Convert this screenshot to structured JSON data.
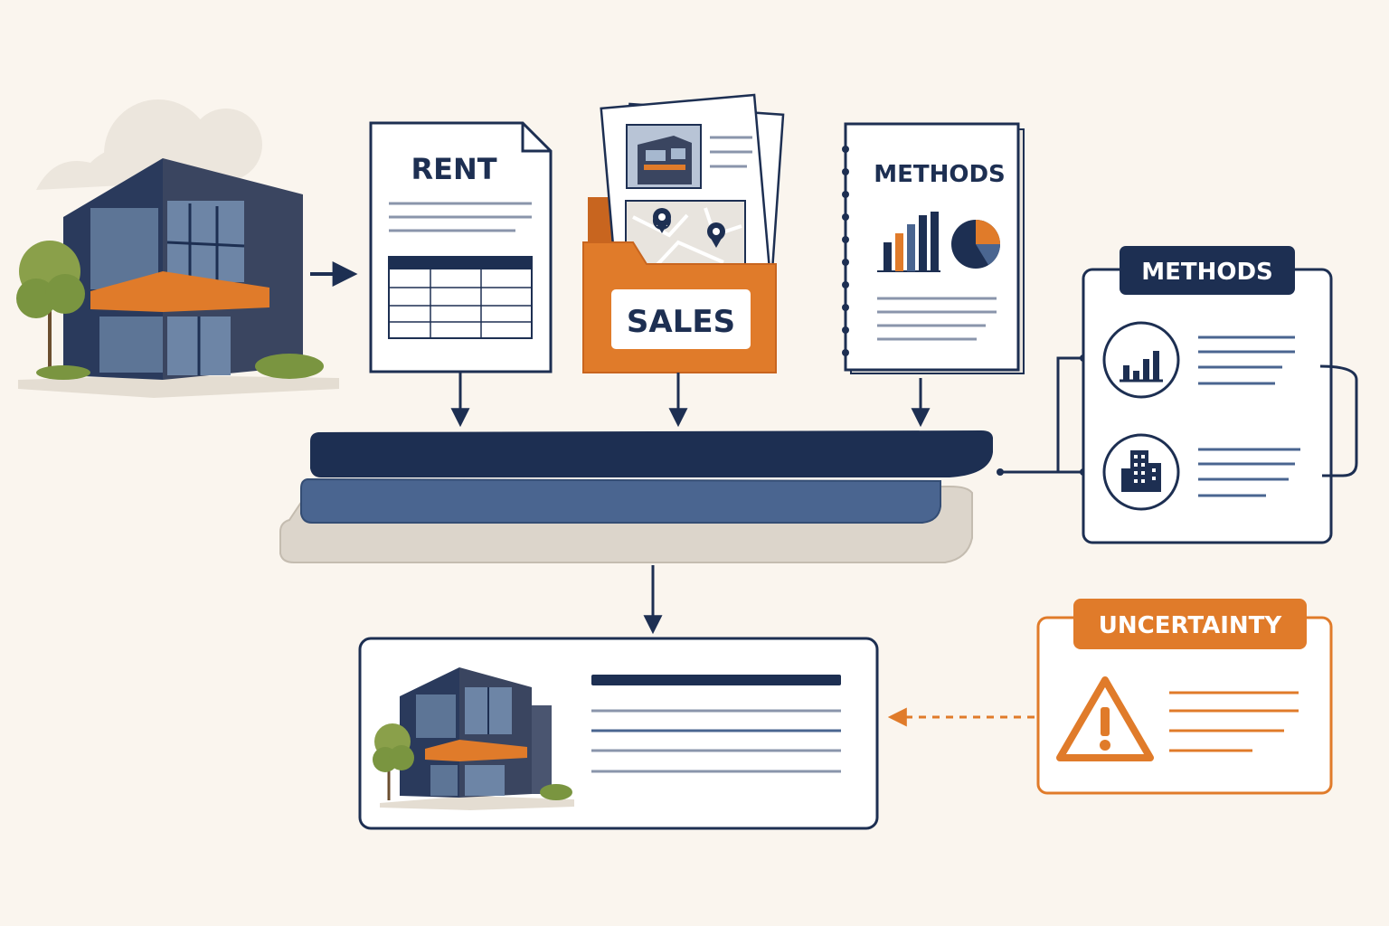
{
  "colors": {
    "background": "#faf5ee",
    "navy": "#1d2f52",
    "slate": "#4a6590",
    "orange": "#e07b2a",
    "paper": "#ffffff",
    "stone": "#dcd5cb",
    "tree": "#8aa04a"
  },
  "documents": {
    "rent": {
      "title": "RENT",
      "icon": "document-with-table-icon"
    },
    "sales": {
      "title": "SALES",
      "icon": "folder-with-listing-and-map-icon"
    },
    "methods": {
      "title": "METHODS",
      "icon": "report-with-charts-icon"
    }
  },
  "methods_panel": {
    "title": "METHODS",
    "items": [
      "bar-chart-icon",
      "office-building-icon"
    ]
  },
  "uncertainty_panel": {
    "title": "UNCERTAINTY",
    "icon": "warning-triangle-icon"
  },
  "output_card": {
    "icon": "office-building-illustration"
  }
}
